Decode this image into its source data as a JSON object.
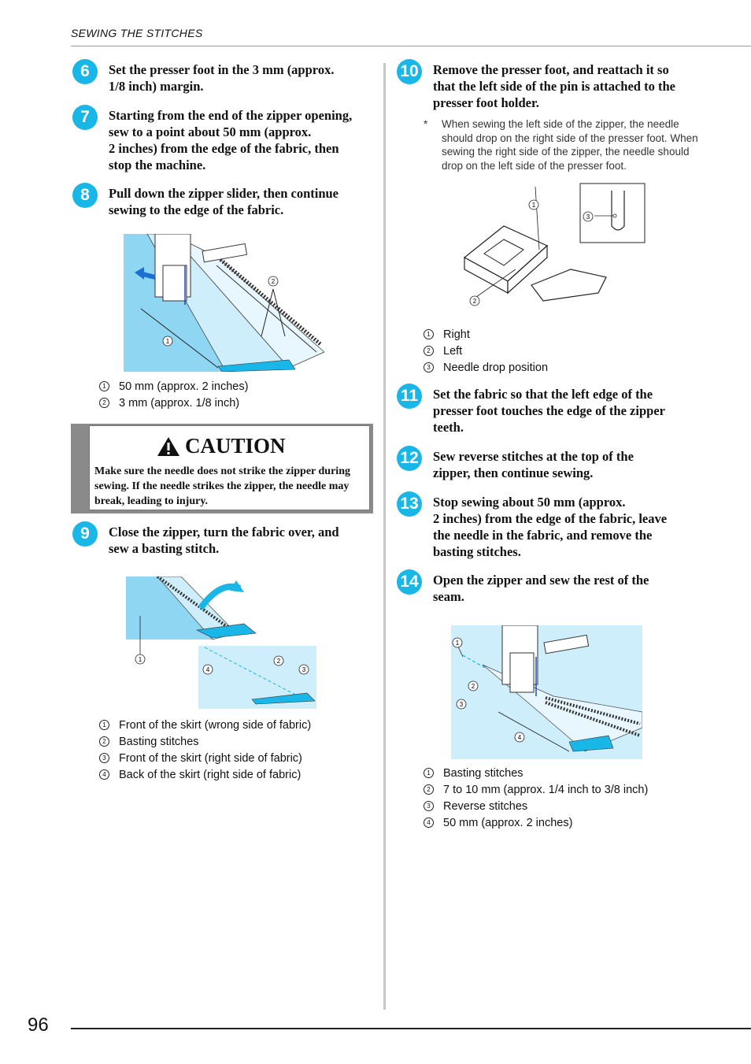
{
  "header": {
    "section": "SEWING THE STITCHES"
  },
  "page_number": "96",
  "steps": {
    "s6": {
      "num": "6",
      "text": "Set the presser foot in the 3 mm (approx.\n1/8 inch) margin."
    },
    "s7": {
      "num": "7",
      "text": "Starting from the end of the zipper opening,\nsew to a point about 50 mm (approx.\n2 inches) from the edge of the fabric, then\nstop the machine."
    },
    "s8": {
      "num": "8",
      "text": "Pull down the zipper slider, then continue\nsewing to the edge of the fabric."
    },
    "s9": {
      "num": "9",
      "text": "Close the zipper, turn the fabric over, and\nsew a basting stitch."
    },
    "s10": {
      "num": "10",
      "text": "Remove the presser foot, and reattach it so\nthat the left side of the pin is attached to the\npresser foot holder."
    },
    "s11": {
      "num": "11",
      "text": "Set the fabric so that the left edge of the\npresser foot touches the edge of the zipper\nteeth."
    },
    "s12": {
      "num": "12",
      "text": "Sew reverse stitches at the top of the\nzipper, then continue sewing."
    },
    "s13": {
      "num": "13",
      "text": "Stop sewing about 50 mm (approx.\n2 inches) from the edge of the fabric, leave\nthe needle in the fabric, and remove the\nbasting stitches."
    },
    "s14": {
      "num": "14",
      "text": "Open the zipper and sew the rest of the\nseam."
    }
  },
  "note": {
    "mark": "*",
    "text": "When sewing the left side of the zipper, the needle should drop on the right side of the presser foot. When sewing the right side of the zipper, the needle should drop on the left side of the presser foot."
  },
  "caution": {
    "title": "CAUTION",
    "text": "Make sure the needle does not strike the zipper during sewing. If the needle strikes the zipper, the needle may break, leading to injury."
  },
  "legend8": {
    "items": [
      "50 mm (approx. 2 inches)",
      "3 mm (approx. 1/8 inch)"
    ]
  },
  "legend9": {
    "items": [
      "Front of the skirt (wrong side of fabric)",
      "Basting stitches",
      "Front of the skirt (right side of fabric)",
      "Back of the skirt (right side of fabric)"
    ]
  },
  "legend10": {
    "items": [
      "Right",
      "Left",
      "Needle drop position"
    ]
  },
  "legend14": {
    "items": [
      "Basting stitches",
      "7 to 10 mm (approx. 1/4 inch to 3/8 inch)",
      "Reverse stitches",
      "50 mm (approx. 2 inches)"
    ]
  },
  "callouts": [
    "1",
    "2",
    "3",
    "4"
  ],
  "colors": {
    "accent": "#19b6e8",
    "fabric_light": "#cdeefa",
    "fabric_mid": "#8fd6f2",
    "caution_bar": "#8a8a8a"
  },
  "icons": {
    "caution": "warning-triangle-icon"
  }
}
